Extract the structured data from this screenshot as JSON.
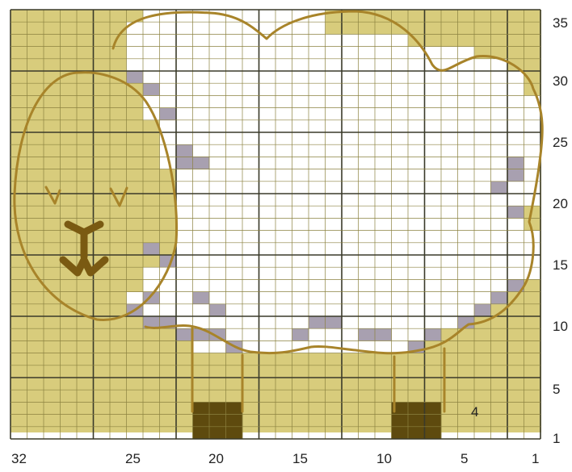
{
  "diagram": {
    "columns": 32,
    "rows": 35,
    "numbering": "right-to-left columns, bottom-to-top rows",
    "column_labels": [
      "32",
      "25",
      "20",
      "15",
      "10",
      "5",
      "1"
    ],
    "row_labels": [
      "35",
      "30",
      "25",
      "20",
      "15",
      "10",
      "5",
      "1"
    ],
    "annotation": "4",
    "colors": {
      "background": "#d8cc7c",
      "fleece": "#ffffff",
      "shadow": "#a8a0b0",
      "legs_feet": "#5e4a0e",
      "outline": "#a8842a",
      "grid_fine": "#8c8240",
      "grid_bold": "#3a3a2a"
    }
  }
}
